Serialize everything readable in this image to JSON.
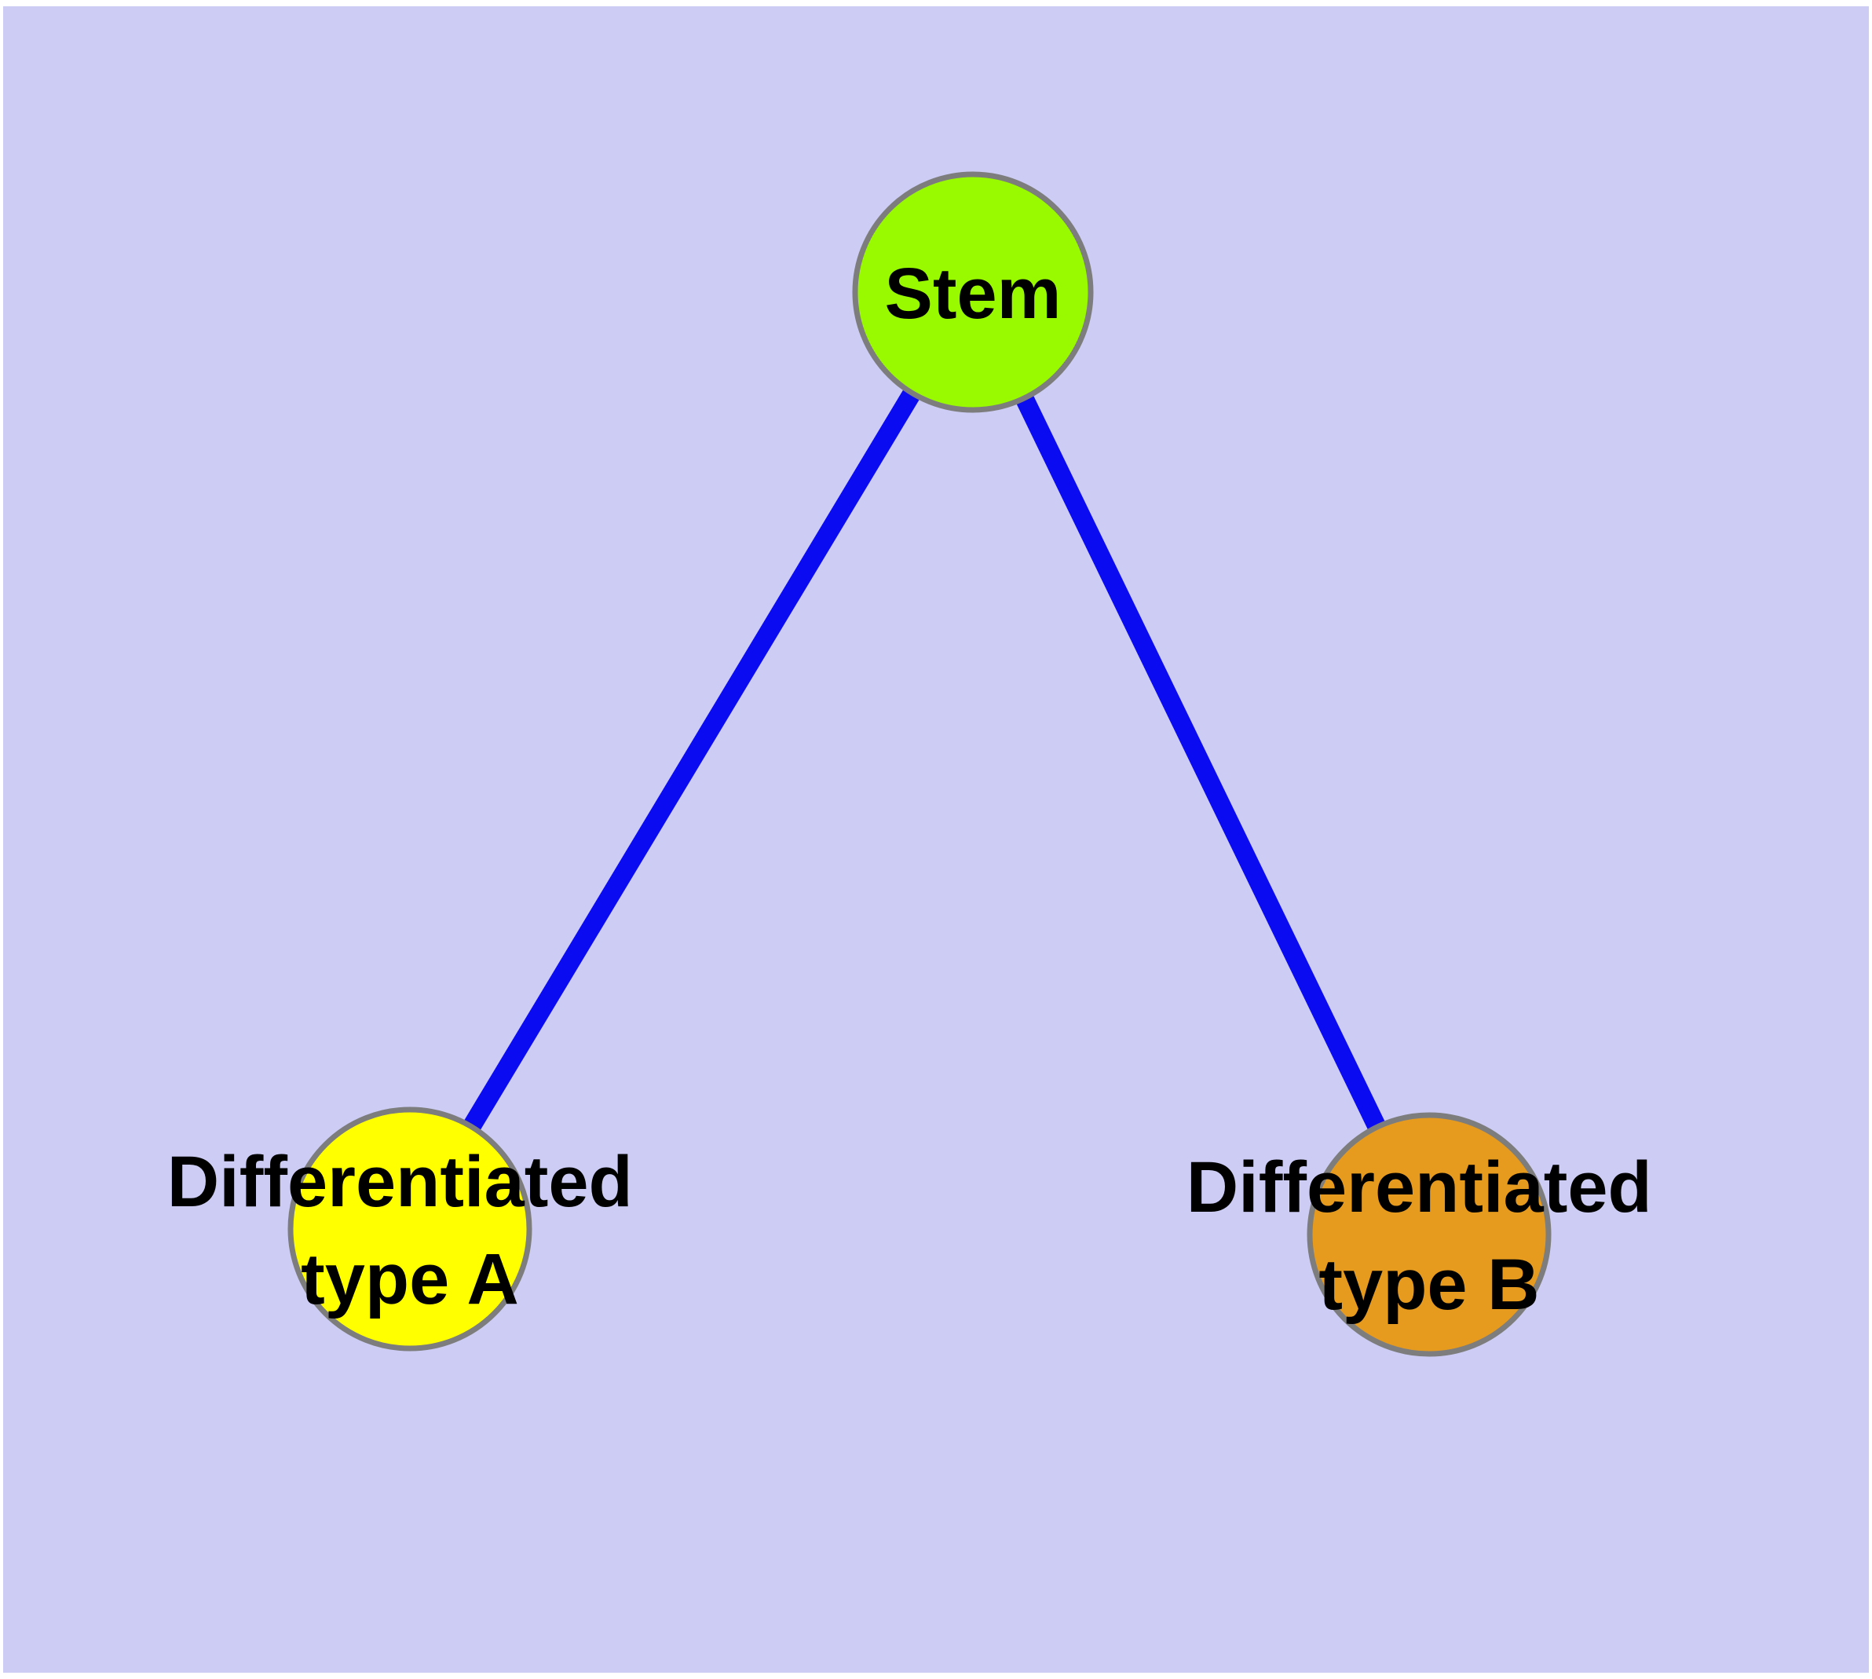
{
  "diagram": {
    "background_color": "#ccccf4",
    "margin_color": "#ffffff",
    "edge_color": "#0b0bf2",
    "node_border_color": "#7d7d7d",
    "label_color": "#000000",
    "nodes": [
      {
        "id": "stem",
        "label": "Stem",
        "lines": [
          "Stem"
        ],
        "fill": "#99fa00"
      },
      {
        "id": "differentiated-type-a",
        "label": "Differentiated type A",
        "lines": [
          "Differentiated",
          "type A"
        ],
        "fill": "#ffff00"
      },
      {
        "id": "differentiated-type-b",
        "label": "Differentiated type B",
        "lines": [
          "Differentiated",
          "type B"
        ],
        "fill": "#e69b1f"
      }
    ],
    "edges": [
      {
        "from": "stem",
        "to": "differentiated-type-a"
      },
      {
        "from": "stem",
        "to": "differentiated-type-b"
      }
    ]
  }
}
